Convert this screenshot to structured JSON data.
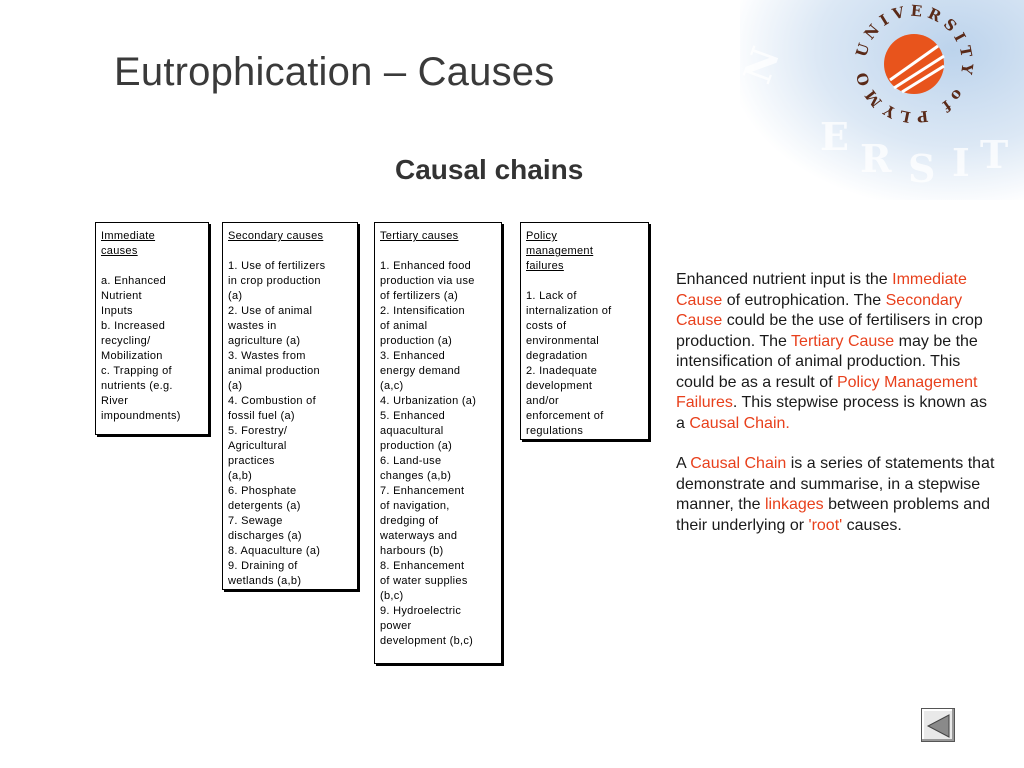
{
  "slide": {
    "title": "Eutrophication – Causes",
    "subtitle": "Causal chains"
  },
  "logo": {
    "ring_text": "UNIVERSITY of PLYMOUTH",
    "watermark_text": "UNIVERSITY",
    "accent": "#e8541c"
  },
  "boxes": {
    "immediate": {
      "header": [
        "Immediate",
        "causes"
      ],
      "lines": [
        "a. Enhanced",
        "Nutrient",
        "Inputs",
        "b. Increased",
        "recycling/",
        "Mobilization",
        "c. Trapping of",
        "nutrients (e.g.",
        "River",
        "impoundments)"
      ]
    },
    "secondary": {
      "header": [
        "Secondary causes"
      ],
      "lines": [
        "1. Use of fertilizers",
        "in crop production",
        "(a)",
        "2. Use of animal",
        "wastes in",
        "agriculture (a)",
        "3. Wastes from",
        "animal production",
        "(a)",
        "4. Combustion of",
        "fossil fuel (a)",
        "5. Forestry/",
        "Agricultural",
        "practices",
        "(a,b)",
        "6. Phosphate",
        "detergents (a)",
        "7. Sewage",
        "discharges (a)",
        "8. Aquaculture (a)",
        "9. Draining of",
        "wetlands (a,b)"
      ]
    },
    "tertiary": {
      "header": [
        "Tertiary causes"
      ],
      "lines": [
        "1. Enhanced food",
        "production via use",
        "of fertilizers (a)",
        "2. Intensification",
        "of animal",
        "production (a)",
        "3. Enhanced",
        "energy demand",
        "(a,c)",
        "4. Urbanization (a)",
        "5. Enhanced",
        "aquacultural",
        "production (a)",
        "6. Land-use",
        "changes (a,b)",
        "7. Enhancement",
        "of navigation,",
        "dredging of",
        "waterways and",
        "harbours (b)",
        "8. Enhancement",
        "of water supplies",
        "(b,c)",
        "9. Hydroelectric",
        "power",
        "development (b,c)"
      ]
    },
    "policy": {
      "header": [
        "Policy",
        "management",
        "failures"
      ],
      "lines": [
        "1. Lack of",
        "internalization of",
        "costs of",
        "environmental",
        "degradation",
        "2. Inadequate",
        "development",
        "and/or",
        "enforcement of",
        "regulations"
      ]
    }
  },
  "explanation": {
    "p1": [
      {
        "t": "Enhanced nutrient input is the ",
        "h": false
      },
      {
        "t": "Immediate Cause",
        "h": true
      },
      {
        "t": " of eutrophication. The ",
        "h": false
      },
      {
        "t": "Secondary Cause",
        "h": true
      },
      {
        "t": " could be the use of fertilisers in crop production. The ",
        "h": false
      },
      {
        "t": "Tertiary Cause",
        "h": true
      },
      {
        "t": " may be the intensification of animal production. This could be as a result of ",
        "h": false
      },
      {
        "t": "Policy Management Failures",
        "h": true
      },
      {
        "t": ". This stepwise process is known as a ",
        "h": false
      },
      {
        "t": "Causal Chain.",
        "h": true
      }
    ],
    "p2": [
      {
        "t": "A ",
        "h": false
      },
      {
        "t": "Causal Chain",
        "h": true
      },
      {
        "t": " is a series of statements that demonstrate and summarise, in a stepwise manner, the ",
        "h": false
      },
      {
        "t": "linkages",
        "h": true
      },
      {
        "t": " between problems and their underlying or ",
        "h": false
      },
      {
        "t": "'root'",
        "h": true
      },
      {
        "t": " causes.",
        "h": false
      }
    ]
  },
  "colors": {
    "highlight": "#e8401c",
    "title": "#3a3a3a"
  },
  "nav": {
    "back_icon": "triangle-left-icon"
  }
}
